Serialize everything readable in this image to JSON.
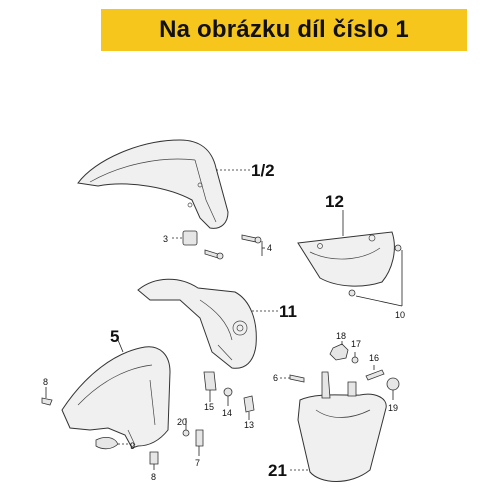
{
  "banner": {
    "text": "Na obrázku díl číslo 1",
    "color": "#f6c61c"
  },
  "callouts": {
    "c1_2": "1/2",
    "c12": "12",
    "c11": "11",
    "c5": "5",
    "c21": "21",
    "c3": "3",
    "c4": "4",
    "c10": "10",
    "c8": "8",
    "c9": "9",
    "c6": "6",
    "c7": "7",
    "c13": "13",
    "c14": "14",
    "c15": "15",
    "c16": "16",
    "c17": "17",
    "c18": "18",
    "c19": "19",
    "c20": "20"
  }
}
